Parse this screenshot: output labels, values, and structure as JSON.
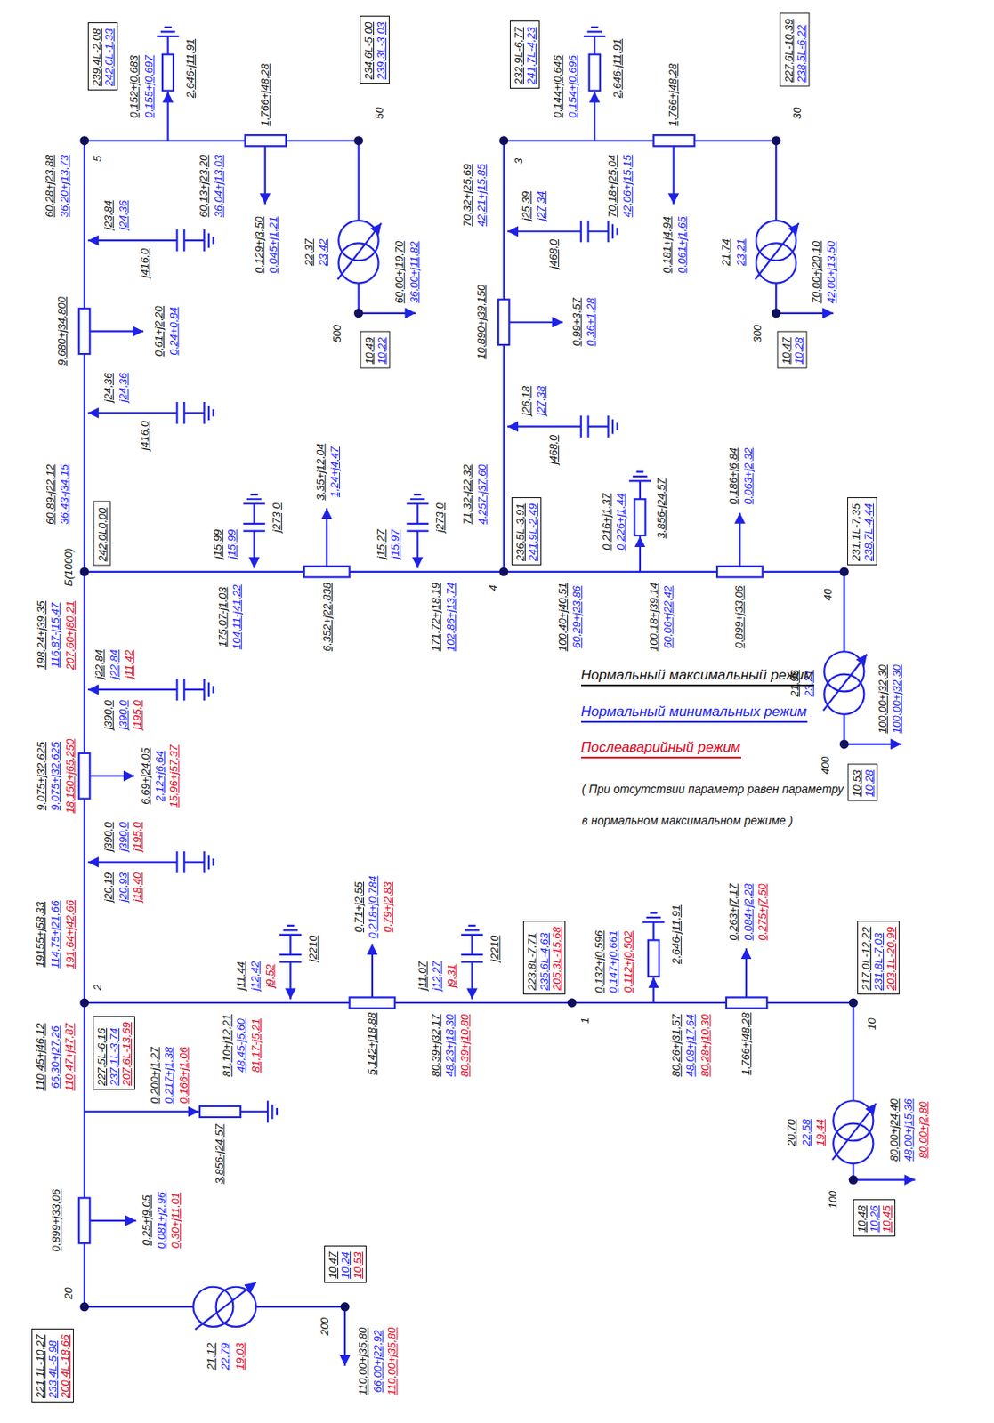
{
  "diagram": {
    "nodes": [
      {
        "text": [
          "239,4L-2,08",
          "242,0L-1,33"
        ]
      },
      {
        "text": [
          "234,6L-5,00",
          "239,3L-3,03"
        ]
      },
      {
        "text": [
          "10,49",
          "10,22"
        ]
      },
      {
        "text": [
          "242,0L0,00"
        ]
      },
      {
        "text": [
          "236,5L-3,91",
          "241,9L-2,49"
        ]
      },
      {
        "text": [
          "232,9L-6,77",
          "241,7L-4,23"
        ]
      },
      {
        "text": [
          "227,6L-10,39",
          "238,5L-6,22"
        ]
      },
      {
        "text": [
          "10,47",
          "10,28"
        ]
      },
      {
        "text": [
          "231,1L-7,35",
          "238,7L-4,44"
        ]
      },
      {
        "text": [
          "10,53",
          "10,28"
        ]
      },
      {
        "text": [
          "227,5L-6,16",
          "237,1L-3,74",
          "207,6L-13,69"
        ]
      },
      {
        "text": [
          "223,8L-7,71",
          "235,6L-4,63",
          "205,3L-15,68"
        ]
      },
      {
        "text": [
          "217,0L-12,22",
          "231,8L-7,03",
          "203,1L-20,99"
        ]
      },
      {
        "text": [
          "10,48",
          "10,26",
          "10,45"
        ]
      },
      {
        "text": [
          "221,1L-10,27",
          "233,4L-5,98",
          "200,4L-18,66"
        ]
      },
      {
        "text": [
          "10,47",
          "10,24",
          "10,53"
        ]
      }
    ],
    "labels": [
      "0,152+j0,683",
      "0,155+j0,697",
      "2,646-j11,91",
      "1,766+j48,28",
      "5",
      "50",
      "60,13+j23,20",
      "36,04+j13,03",
      "0,129+j3,50",
      "0,045+j1,21",
      "22,37",
      "23,42",
      "500",
      "60,00+j19,70",
      "36,00+j11,82",
      "60,28+j23,88",
      "36,20+j13,73",
      "j23,84",
      "j24,36",
      "j416,0",
      "9,680+j34,800",
      "0,61+j2,20",
      "0,24+0,84",
      "j24,36",
      "j24,36",
      "j416,0",
      "60,89-j22,12",
      "36,43-j34,15",
      "Б(1000)",
      "j15,99",
      "j15,99",
      "j273,0",
      "3,35+j12,04",
      "1,24+j4,47",
      "6,352+j22,838",
      "j15,27",
      "j15,97",
      "j273,0",
      "175,07-j1,03",
      "104,11-j41,22",
      "171,72+j18,19",
      "102,86+j13,74",
      "4",
      "71,32-j22,32",
      "4,257-j37,60",
      "j26,18",
      "j27,38",
      "j468,0",
      "10,890+j39,150",
      "0,99+3,57",
      "0,36+1,28",
      "j25,39",
      "j27,34",
      "j468,0",
      "70,32+j25,69",
      "42,21+j15,85",
      "3",
      "0,144+j0,646",
      "0,154+j0,696",
      "2,646-j11,91",
      "1,766+j48,28",
      "70,18+j25,04",
      "42,06+j15,15",
      "0,181+j4,94",
      "0,061+j1,65",
      "30",
      "21,74",
      "23,21",
      "300",
      "70,00+j20,10",
      "42,00+j13,50",
      "0,216+j1,37",
      "0,226+j1,44",
      "3,856-j24,57",
      "100,40+j40,51",
      "60,29+j23,86",
      "100,18+j39,14",
      "60,06+j22,42",
      "0,899+j33,06",
      "0,186+j6,84",
      "0,063+j2,32",
      "40",
      "21,96",
      "23,21",
      "400",
      "100,00+j32,30",
      "100,00+j32,30",
      "198,24+j39,35",
      "116,87-j15,47",
      "207,60+j80,21",
      "j22,84",
      "j22,84",
      "j11,42",
      "j390,0",
      "j390,0",
      "j195,0",
      "9,075+j32,625",
      "9,075+j32,625",
      "18,150+j65,250",
      "6,69+j24,05",
      "2,12+j6,64",
      "15,96+j57,37",
      "j390,0",
      "j390,0",
      "j195,0",
      "j20,19",
      "j20,93",
      "j18,40",
      "19155+j58,33",
      "114,75+j21,66",
      "191,64+j42,66",
      "2",
      "j11,44",
      "j12,42",
      "j9,52",
      "j2210",
      "0,71+j2,55",
      "0,218+j0,784",
      "0,79+j2,83",
      "5,142+j18,88",
      "j11,07",
      "j12,27",
      "j9,31",
      "j2210",
      "81,10+j12,21",
      "48,45-j5,60",
      "81,17-j5,21",
      "80,39+j32,17",
      "48,23+j18,30",
      "80,39+j10,80",
      "1",
      "2,646-j11,91",
      "0,132+j0,596",
      "0,147+j0,661",
      "0,112+j0,502",
      "80,26+j31,57",
      "48,08+j17,64",
      "80,28+j10,30",
      "1,766+j48,28",
      "0,263+j7,17",
      "0,084+j2,28",
      "0,275+j7,50",
      "10",
      "20,70",
      "22,58",
      "19,44",
      "100",
      "80,00+j24,40",
      "48,00+j15,36",
      "80,00+j2,80",
      "110,45+j46,12",
      "66,30+j27,26",
      "110,47+j47,87",
      "0,200+j1,27",
      "0,217+j1,38",
      "0,166+j1,06",
      "3,856-j24,57",
      "0,899+j33,06",
      "0,25+j9,05",
      "0,081+j2,96",
      "0,30+j11,01",
      "20",
      "21,12",
      "22,79",
      "19,03",
      "200",
      "110,00+j35,80",
      "66,00+j22,92",
      "110,00+j35,80",
      "( При отсутствии параметр равен параметру",
      "в нормальном максимальном режиме )"
    ],
    "legend": [
      {
        "text": "Нормальный максимальный режим",
        "color": "#111111"
      },
      {
        "text": "Нормальный минимальных режим",
        "color": "#1a1aff"
      },
      {
        "text": "Послеаварийный режим",
        "color": "#e3001b"
      }
    ]
  }
}
